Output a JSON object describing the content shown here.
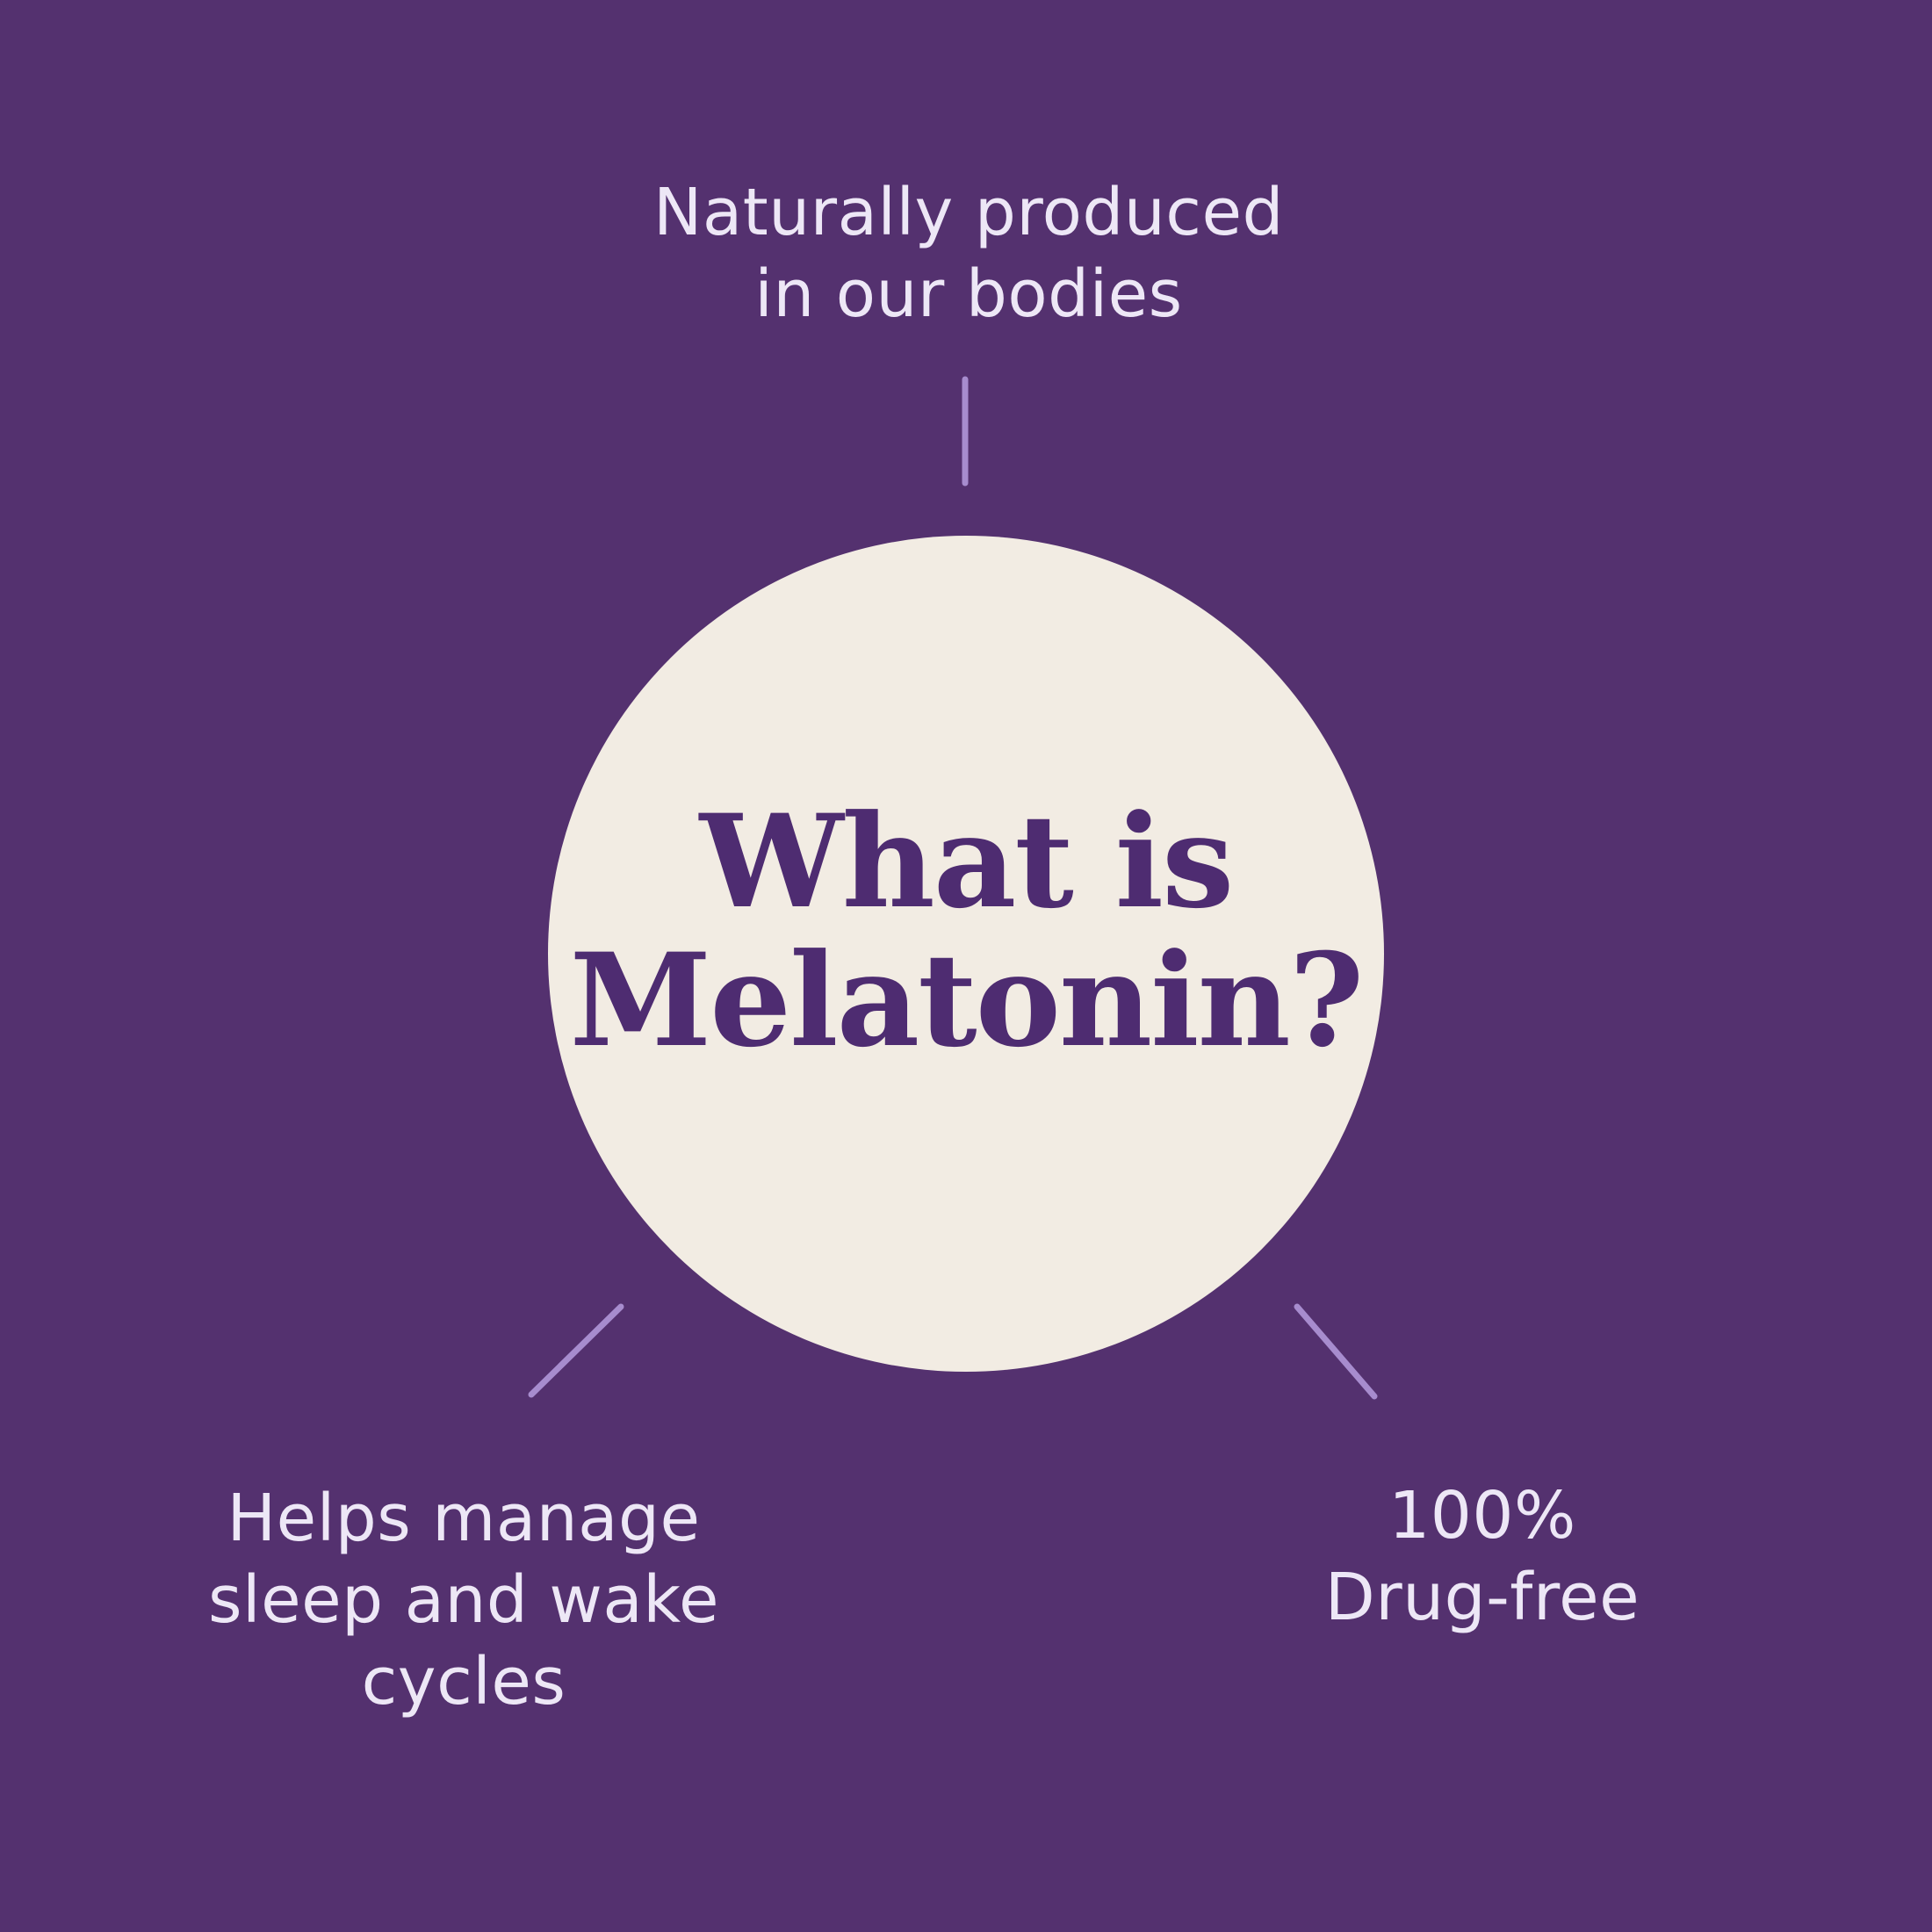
{
  "colors": {
    "background": "#54316F",
    "circle_fill": "#F2ECE3",
    "title_text": "#4E2C71",
    "label_text": "#EDE7F6",
    "connector_line": "#A78CCE"
  },
  "circle": {
    "title_lines": [
      "What is",
      "Melatonin?"
    ]
  },
  "labels": {
    "top": {
      "lines": [
        "Naturally produced",
        "in our bodies"
      ]
    },
    "bottom_left": {
      "lines": [
        "Helps manage",
        "sleep and wake",
        "cycles"
      ]
    },
    "bottom_right": {
      "lines": [
        "100%",
        "Drug-free"
      ]
    }
  }
}
